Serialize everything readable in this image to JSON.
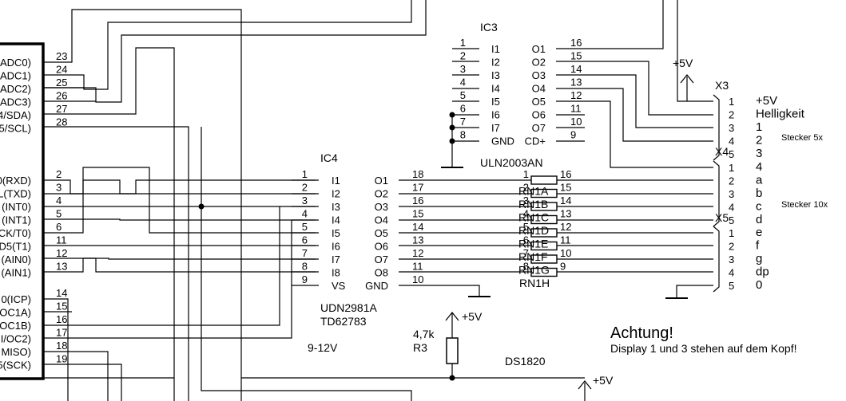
{
  "mcu": {
    "pins_top": [
      {
        "num": "23",
        "name": "ADC0)"
      },
      {
        "num": "24",
        "name": "ADC1)"
      },
      {
        "num": "25",
        "name": "ADC2)"
      },
      {
        "num": "26",
        "name": "ADC3)"
      },
      {
        "num": "27",
        "name": "4/SDA)"
      },
      {
        "num": "28",
        "name": "5/SCL)"
      }
    ],
    "pins_mid": [
      {
        "num": "2",
        "name": "0(RXD)"
      },
      {
        "num": "3",
        "name": "L(TXD)"
      },
      {
        "num": "4",
        "name": "(INT0)"
      },
      {
        "num": "5",
        "name": "(INT1)"
      },
      {
        "num": "6",
        "name": "CK/T0)"
      },
      {
        "num": "11",
        "name": "D5(T1)"
      },
      {
        "num": "12",
        "name": "(AIN0)"
      },
      {
        "num": "13",
        "name": "(AIN1)"
      }
    ],
    "pins_bot": [
      {
        "num": "14",
        "name": "0(ICP)"
      },
      {
        "num": "15",
        "name": "OC1A)"
      },
      {
        "num": "16",
        "name": "OC1B)"
      },
      {
        "num": "17",
        "name": "I/OC2)"
      },
      {
        "num": "18",
        "name": "MISO)"
      },
      {
        "num": "19",
        "name": "5(SCK)"
      }
    ]
  },
  "ic3": {
    "ref": "IC3",
    "part": "ULN2003AN",
    "left_nums": [
      "1",
      "2",
      "3",
      "4",
      "5",
      "6",
      "7",
      "8"
    ],
    "left_names": [
      "I1",
      "I2",
      "I3",
      "I4",
      "I5",
      "I6",
      "I7",
      "GND"
    ],
    "right_nums": [
      "16",
      "15",
      "14",
      "13",
      "12",
      "11",
      "10",
      "9"
    ],
    "right_names": [
      "O1",
      "O2",
      "O3",
      "O4",
      "O5",
      "O6",
      "O7",
      "CD+"
    ]
  },
  "ic4": {
    "ref": "IC4",
    "part1": "UDN2981A",
    "part2": "TD62783",
    "left_nums": [
      "1",
      "2",
      "3",
      "4",
      "5",
      "6",
      "7",
      "8",
      "9"
    ],
    "left_names": [
      "I1",
      "I2",
      "I3",
      "I4",
      "I5",
      "I6",
      "I7",
      "I8",
      "VS"
    ],
    "right_nums": [
      "18",
      "17",
      "16",
      "15",
      "14",
      "13",
      "12",
      "11",
      "10"
    ],
    "right_names": [
      "O1",
      "O2",
      "O3",
      "O4",
      "O5",
      "O6",
      "O7",
      "O8",
      "GND"
    ]
  },
  "rn1": {
    "ref": "RN1H",
    "left_nums": [
      "1",
      "2",
      "3",
      "4",
      "5",
      "6",
      "7",
      "8"
    ],
    "right_nums": [
      "16",
      "15",
      "14",
      "13",
      "12",
      "11",
      "10",
      "9"
    ],
    "names": [
      "RN1A",
      "RN1B",
      "RN1C",
      "RN1D",
      "RN1E",
      "RN1F",
      "RN1G"
    ]
  },
  "x3": {
    "ref": "X3",
    "pins": [
      "1",
      "2",
      "3",
      "4",
      "5"
    ],
    "labels": [
      "+5V",
      "Helligkeit",
      "1",
      "2",
      "3"
    ],
    "note": "Stecker 5x"
  },
  "x4": {
    "ref": "X4",
    "pins": [
      "1",
      "2",
      "3",
      "4",
      "5"
    ],
    "labels": [
      "4",
      "a",
      "b",
      "c",
      "d"
    ],
    "note": "Stecker 10x"
  },
  "x5": {
    "ref": "X5",
    "pins": [
      "1",
      "2",
      "3",
      "4",
      "5"
    ],
    "labels": [
      "e",
      "f",
      "g",
      "dp",
      "0"
    ]
  },
  "supply": {
    "vcc_x3": "+5V",
    "vcc_r3": "+5V",
    "vcc_ds": "+5V",
    "vs_label": "9-12V"
  },
  "r3": {
    "value": "4,7k",
    "ref": "R3"
  },
  "ds": {
    "ref": "DS1820"
  },
  "note": {
    "title": "Achtung!",
    "text": "Display 1 und 3 stehen auf dem Kopf!"
  }
}
